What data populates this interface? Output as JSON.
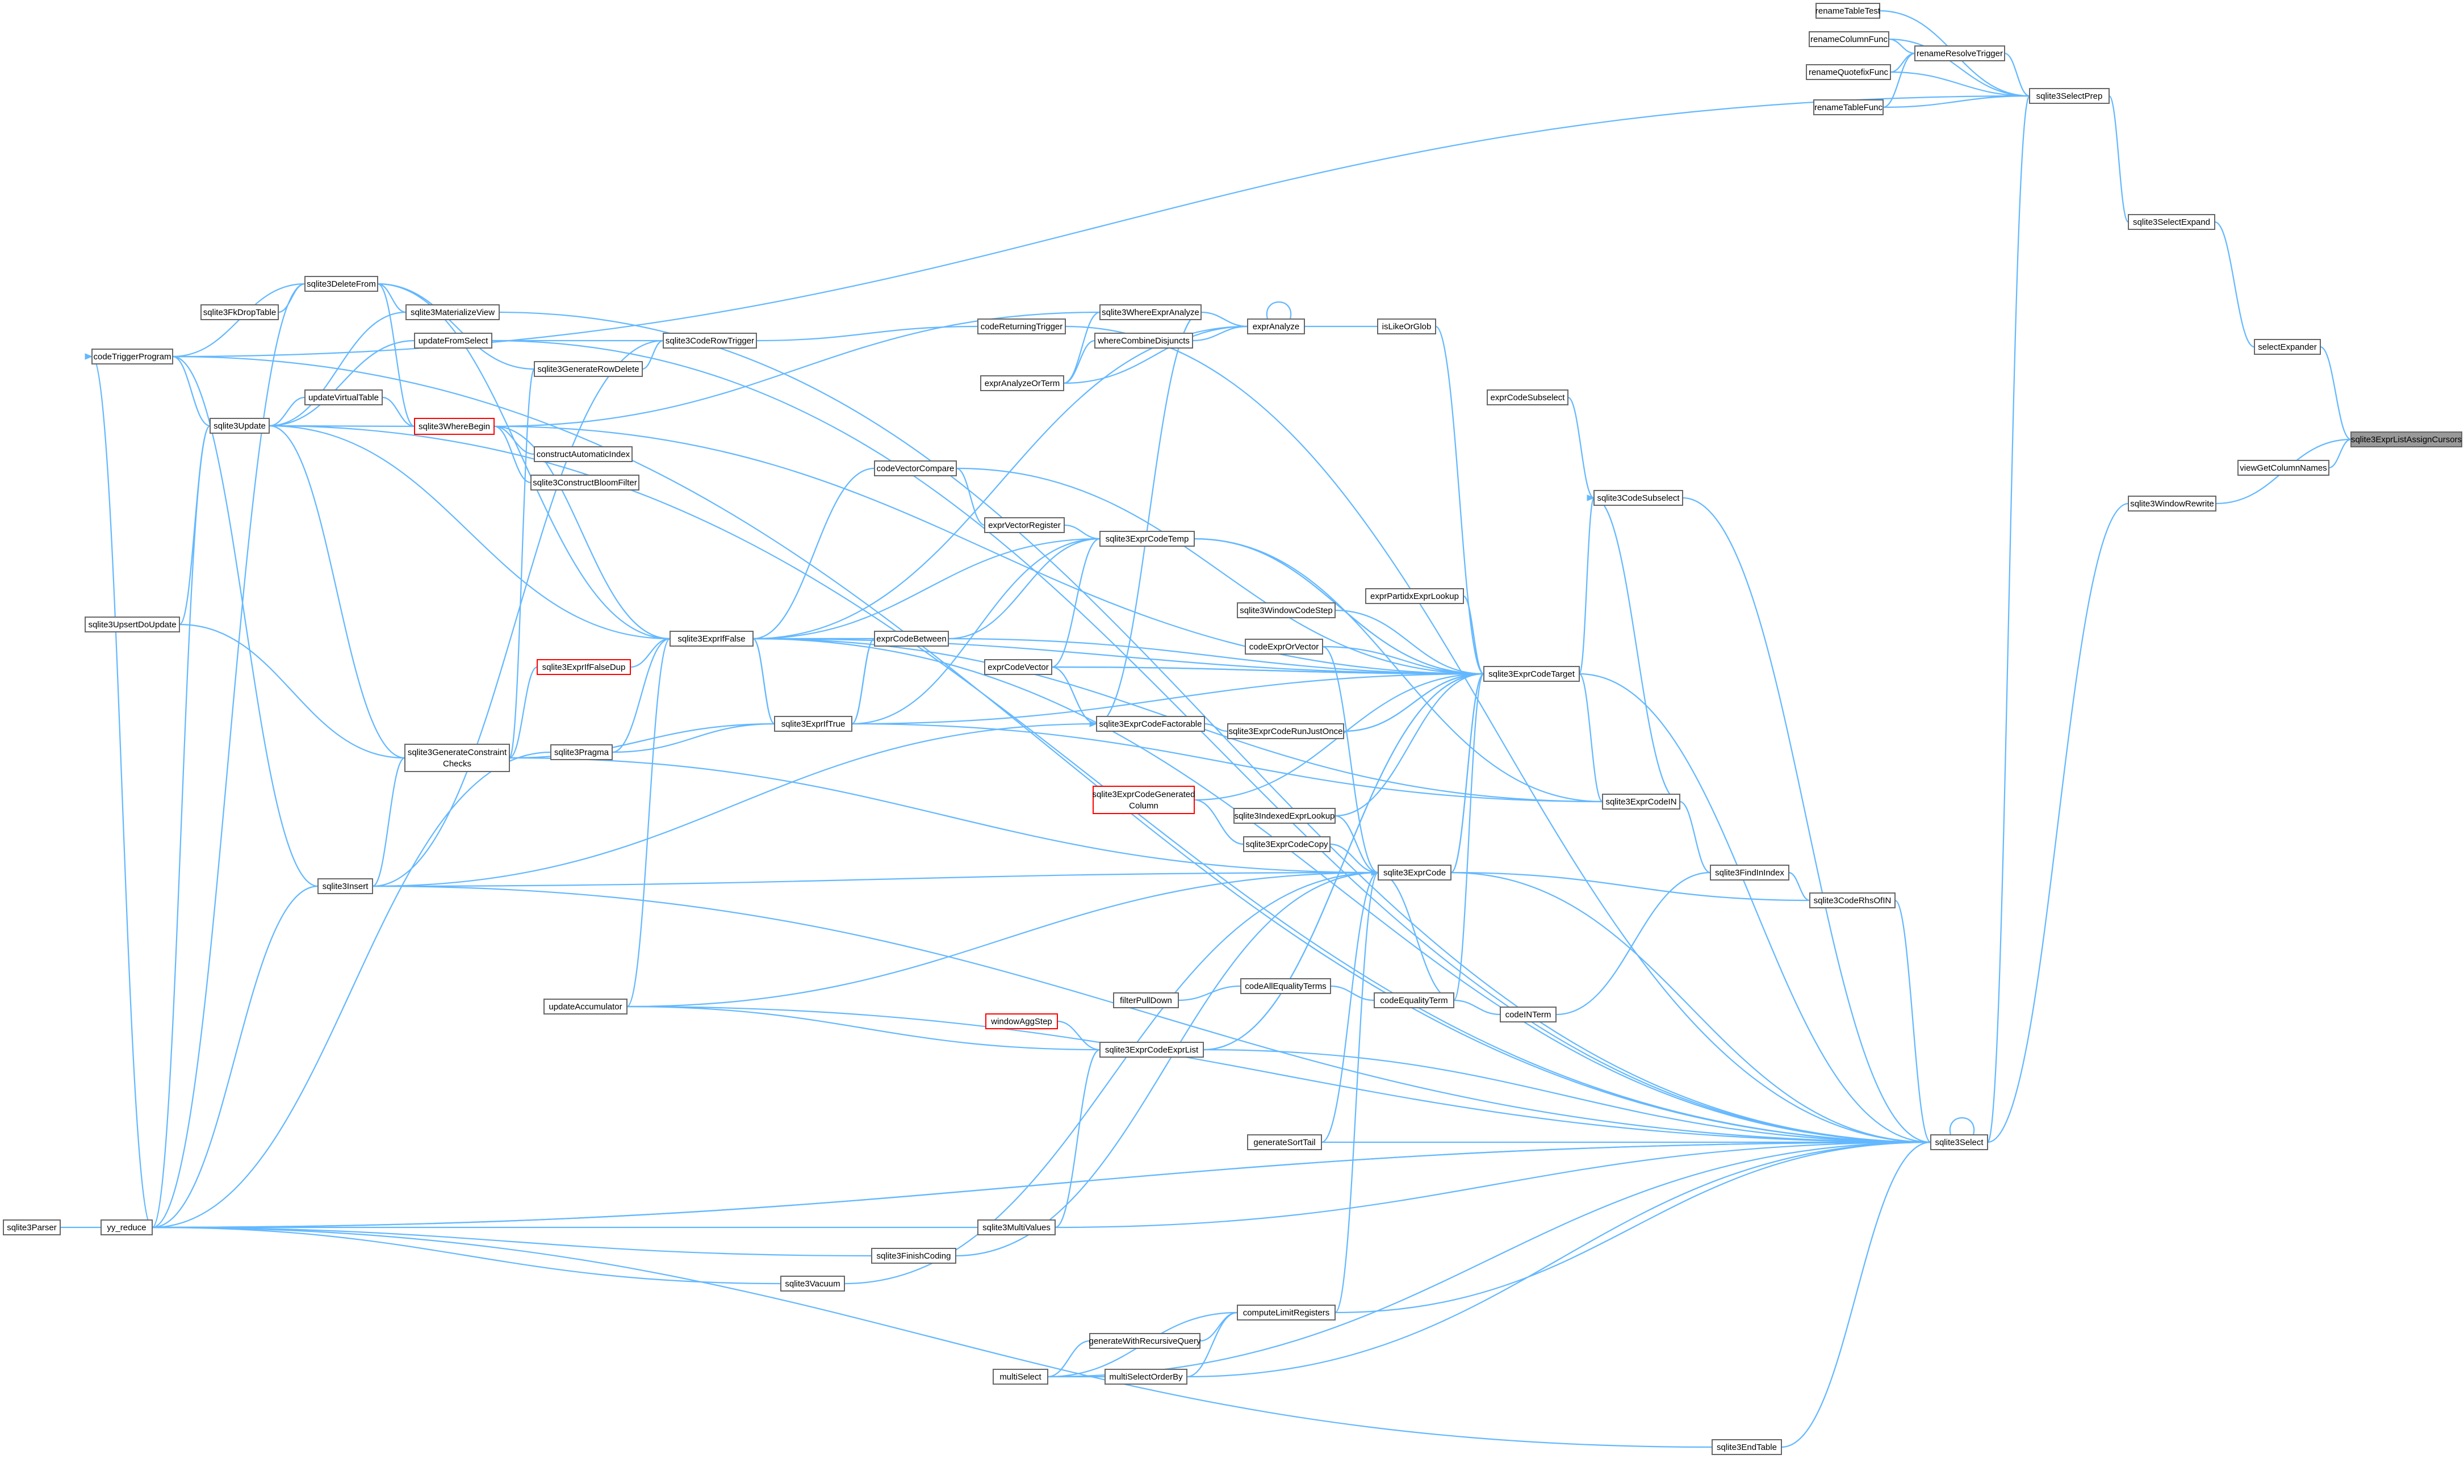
{
  "colors": {
    "edge": "#63b8ff",
    "node_border": "#666666",
    "red_border": "#ff0000",
    "focus_fill": "#999999"
  },
  "nodes": [
    {
      "id": "renameTableTest",
      "label": "renameTableTest"
    },
    {
      "id": "renameColumnFunc",
      "label": "renameColumnFunc"
    },
    {
      "id": "renameResolveTrigger",
      "label": "renameResolveTrigger"
    },
    {
      "id": "renameQuotefixFunc",
      "label": "renameQuotefixFunc"
    },
    {
      "id": "renameTableFunc",
      "label": "renameTableFunc"
    },
    {
      "id": "sqlite3SelectPrep",
      "label": "sqlite3SelectPrep"
    },
    {
      "id": "sqlite3SelectExpand",
      "label": "sqlite3SelectExpand"
    },
    {
      "id": "selectExpander",
      "label": "selectExpander"
    },
    {
      "id": "sqlite3ExprListAssignCursors",
      "label": "sqlite3ExprListAssignCursors",
      "style": "focus"
    },
    {
      "id": "viewGetColumnNames",
      "label": "viewGetColumnNames"
    },
    {
      "id": "sqlite3WindowRewrite",
      "label": "sqlite3WindowRewrite"
    },
    {
      "id": "sqlite3DeleteFrom",
      "label": "sqlite3DeleteFrom"
    },
    {
      "id": "sqlite3FkDropTable",
      "label": "sqlite3FkDropTable"
    },
    {
      "id": "sqlite3MaterializeView",
      "label": "sqlite3MaterializeView"
    },
    {
      "id": "codeTriggerProgram",
      "label": "codeTriggerProgram"
    },
    {
      "id": "updateFromSelect",
      "label": "updateFromSelect"
    },
    {
      "id": "sqlite3CodeRowTrigger",
      "label": "sqlite3CodeRowTrigger"
    },
    {
      "id": "codeReturningTrigger",
      "label": "codeReturningTrigger"
    },
    {
      "id": "sqlite3WhereExprAnalyze",
      "label": "sqlite3WhereExprAnalyze"
    },
    {
      "id": "exprAnalyze",
      "label": "exprAnalyze"
    },
    {
      "id": "isLikeOrGlob",
      "label": "isLikeOrGlob"
    },
    {
      "id": "whereCombineDisjuncts",
      "label": "whereCombineDisjuncts"
    },
    {
      "id": "sqlite3GenerateRowDelete",
      "label": "sqlite3GenerateRowDelete"
    },
    {
      "id": "exprAnalyzeOrTerm",
      "label": "exprAnalyzeOrTerm"
    },
    {
      "id": "updateVirtualTable",
      "label": "updateVirtualTable"
    },
    {
      "id": "sqlite3Update",
      "label": "sqlite3Update"
    },
    {
      "id": "sqlite3WhereBegin",
      "label": "sqlite3WhereBegin",
      "style": "red"
    },
    {
      "id": "exprCodeSubselect",
      "label": "exprCodeSubselect"
    },
    {
      "id": "constructAutomaticIndex",
      "label": "constructAutomaticIndex"
    },
    {
      "id": "codeVectorCompare",
      "label": "codeVectorCompare"
    },
    {
      "id": "sqlite3ConstructBloomFilter",
      "label": "sqlite3ConstructBloomFilter"
    },
    {
      "id": "sqlite3CodeSubselect",
      "label": "sqlite3CodeSubselect"
    },
    {
      "id": "exprVectorRegister",
      "label": "exprVectorRegister"
    },
    {
      "id": "sqlite3ExprCodeTemp",
      "label": "sqlite3ExprCodeTemp"
    },
    {
      "id": "exprPartidxExprLookup",
      "label": "exprPartidxExprLookup"
    },
    {
      "id": "sqlite3UpsertDoUpdate",
      "label": "sqlite3UpsertDoUpdate"
    },
    {
      "id": "sqlite3WindowCodeStep",
      "label": "sqlite3WindowCodeStep"
    },
    {
      "id": "sqlite3ExprIfFalse",
      "label": "sqlite3ExprIfFalse"
    },
    {
      "id": "exprCodeBetween",
      "label": "exprCodeBetween"
    },
    {
      "id": "codeExprOrVector",
      "label": "codeExprOrVector"
    },
    {
      "id": "sqlite3ExprIfFalseDup",
      "label": "sqlite3ExprIfFalseDup",
      "style": "red"
    },
    {
      "id": "exprCodeVector",
      "label": "exprCodeVector"
    },
    {
      "id": "sqlite3ExprCodeTarget",
      "label": "sqlite3ExprCodeTarget"
    },
    {
      "id": "sqlite3ExprIfTrue",
      "label": "sqlite3ExprIfTrue"
    },
    {
      "id": "sqlite3ExprCodeFactorable",
      "label": "sqlite3ExprCodeFactorable"
    },
    {
      "id": "sqlite3ExprCodeRunJustOnce",
      "label": "sqlite3ExprCodeRunJustOnce"
    },
    {
      "id": "sqlite3GenerateConstraintChecks",
      "label": "sqlite3GenerateConstraint",
      "label2": "Checks"
    },
    {
      "id": "sqlite3Pragma",
      "label": "sqlite3Pragma"
    },
    {
      "id": "sqlite3ExprCodeGeneratedColumn",
      "label": "sqlite3ExprCodeGenerated",
      "label2": "Column",
      "style": "red"
    },
    {
      "id": "sqlite3ExprCodeIN",
      "label": "sqlite3ExprCodeIN"
    },
    {
      "id": "sqlite3IndexedExprLookup",
      "label": "sqlite3IndexedExprLookup"
    },
    {
      "id": "sqlite3FindInIndex",
      "label": "sqlite3FindInIndex"
    },
    {
      "id": "sqlite3ExprCodeCopy",
      "label": "sqlite3ExprCodeCopy"
    },
    {
      "id": "sqlite3ExprCode",
      "label": "sqlite3ExprCode"
    },
    {
      "id": "sqlite3Insert",
      "label": "sqlite3Insert"
    },
    {
      "id": "sqlite3CodeRhsOfIN",
      "label": "sqlite3CodeRhsOfIN"
    },
    {
      "id": "codeAllEqualityTerms",
      "label": "codeAllEqualityTerms"
    },
    {
      "id": "filterPullDown",
      "label": "filterPullDown"
    },
    {
      "id": "codeEqualityTerm",
      "label": "codeEqualityTerm"
    },
    {
      "id": "updateAccumulator",
      "label": "updateAccumulator"
    },
    {
      "id": "codeINTerm",
      "label": "codeINTerm"
    },
    {
      "id": "windowAggStep",
      "label": "windowAggStep",
      "style": "red"
    },
    {
      "id": "sqlite3ExprCodeExprList",
      "label": "sqlite3ExprCodeExprList"
    },
    {
      "id": "generateSortTail",
      "label": "generateSortTail"
    },
    {
      "id": "sqlite3Select",
      "label": "sqlite3Select"
    },
    {
      "id": "sqlite3Parser",
      "label": "sqlite3Parser"
    },
    {
      "id": "yy_reduce",
      "label": "yy_reduce"
    },
    {
      "id": "sqlite3MultiValues",
      "label": "sqlite3MultiValues"
    },
    {
      "id": "sqlite3FinishCoding",
      "label": "sqlite3FinishCoding"
    },
    {
      "id": "sqlite3Vacuum",
      "label": "sqlite3Vacuum"
    },
    {
      "id": "computeLimitRegisters",
      "label": "computeLimitRegisters"
    },
    {
      "id": "generateWithRecursiveQuery",
      "label": "generateWithRecursiveQuery"
    },
    {
      "id": "multiSelect",
      "label": "multiSelect"
    },
    {
      "id": "multiSelectOrderBy",
      "label": "multiSelectOrderBy"
    },
    {
      "id": "sqlite3EndTable",
      "label": "sqlite3EndTable"
    }
  ]
}
